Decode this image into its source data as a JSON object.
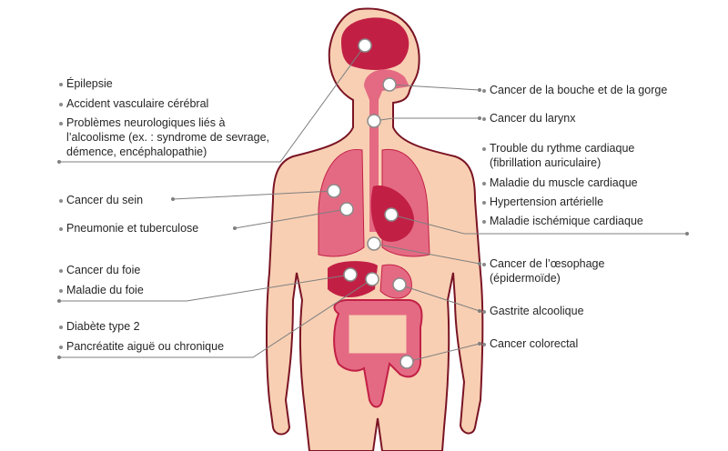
{
  "left_labels": {
    "epilepsie": "Épilepsie",
    "avc": "Accident vasculaire cérébral",
    "neuro1": "Problèmes neurologiques liés à",
    "neuro2": "l’alcoolisme (ex. : syndrome de sevrage,",
    "neuro3": "démence, encéphalopathie)",
    "sein": "Cancer du sein",
    "pneumonie": "Pneumonie et tuberculose",
    "cancer_foie": "Cancer du foie",
    "maladie_foie": "Maladie du foie",
    "diabete": "Diabète type 2",
    "pancreatite": "Pancréatite aiguë ou chronique"
  },
  "right_labels": {
    "bouche": "Cancer de la bouche et de la gorge",
    "larynx": "Cancer du larynx",
    "rythme1": "Trouble du rythme cardiaque",
    "rythme2": "(fibrillation auriculaire)",
    "muscle": "Maladie du muscle cardiaque",
    "hypertension": "Hypertension artérielle",
    "ischemique": "Maladie ischémique cardiaque",
    "oesophage1": "Cancer de l’œsophage",
    "oesophage2": "(épidermoïde)",
    "gastrite": "Gastrite alcoolique",
    "colorectal": "Cancer colorectal"
  },
  "colors": {
    "skin": "#f8cfb3",
    "outline": "#7a1424",
    "organ": "#c21f45",
    "organ_light": "#e46a83",
    "line": "#7f7f7f"
  }
}
